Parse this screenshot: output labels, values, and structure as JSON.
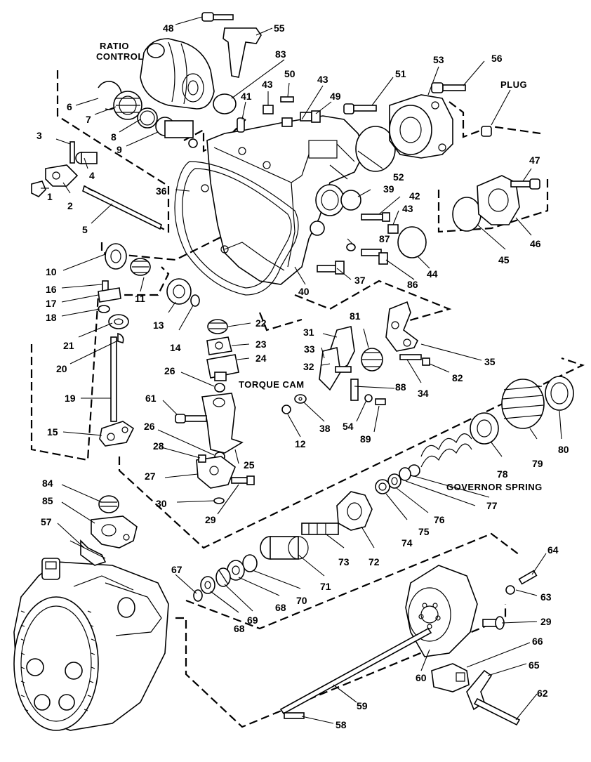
{
  "labels": {
    "ratio_control_1": "RATIO",
    "ratio_control_2": "CONTROL",
    "plug": "PLUG",
    "torque_cam": "TORQUE CAM",
    "governor_spring": "GOVERNOR SPRING"
  },
  "callouts": {
    "c1": "1",
    "c2": "2",
    "c3": "3",
    "c4": "4",
    "c5": "5",
    "c6": "6",
    "c7": "7",
    "c8": "8",
    "c9": "9",
    "c10": "10",
    "c11": "11",
    "c12": "12",
    "c13": "13",
    "c14": "14",
    "c15": "15",
    "c16": "16",
    "c17": "17",
    "c18": "18",
    "c19": "19",
    "c20": "20",
    "c21": "21",
    "c22": "22",
    "c23": "23",
    "c24": "24",
    "c25": "25",
    "c26a": "26",
    "c26b": "26",
    "c27": "27",
    "c28": "28",
    "c29a": "29",
    "c29b": "29",
    "c30": "30",
    "c31": "31",
    "c32": "32",
    "c33": "33",
    "c34": "34",
    "c35": "35",
    "c36": "36",
    "c37": "37",
    "c38": "38",
    "c39": "39",
    "c40": "40",
    "c41": "41",
    "c42": "42",
    "c43a": "43",
    "c43b": "43",
    "c43c": "43",
    "c44": "44",
    "c45": "45",
    "c46": "46",
    "c47": "47",
    "c48": "48",
    "c49": "49",
    "c50": "50",
    "c51": "51",
    "c52": "52",
    "c53": "53",
    "c54": "54",
    "c55": "55",
    "c56": "56",
    "c57": "57",
    "c58": "58",
    "c59": "59",
    "c60": "60",
    "c61": "61",
    "c62": "62",
    "c63": "63",
    "c64": "64",
    "c65": "65",
    "c66": "66",
    "c67": "67",
    "c68a": "68",
    "c68b": "68",
    "c69": "69",
    "c70": "70",
    "c71": "71",
    "c72": "72",
    "c73": "73",
    "c74": "74",
    "c75": "75",
    "c76": "76",
    "c77": "77",
    "c78": "78",
    "c79": "79",
    "c80": "80",
    "c81": "81",
    "c82": "82",
    "c83": "83",
    "c84": "84",
    "c85": "85",
    "c86": "86",
    "c87": "87",
    "c88": "88",
    "c89": "89"
  }
}
